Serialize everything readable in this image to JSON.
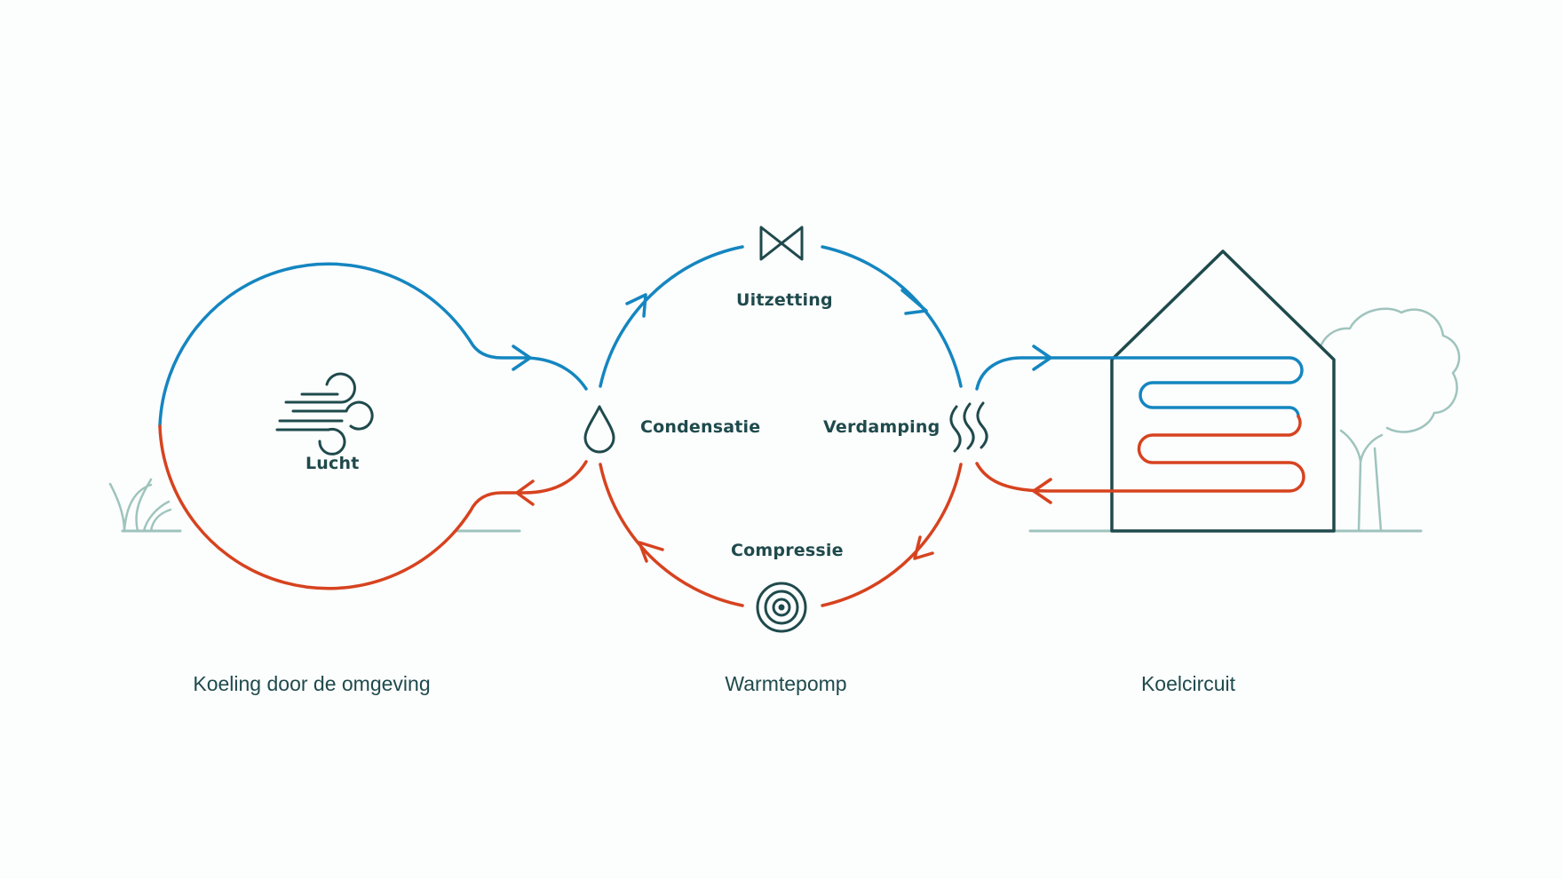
{
  "colors": {
    "cold": "#1486c0",
    "warm": "#d6431f",
    "dark": "#1f4a4c",
    "light": "#9ec4bd",
    "background": "#fcfdfd"
  },
  "icons": {
    "air": "wind-icon",
    "condensation": "droplet-icon",
    "evaporation": "heat-waves-icon",
    "expansion": "expansion-valve-icon",
    "compression": "compressor-icon"
  },
  "labels": {
    "air": "Lucht",
    "condensation": "Condensatie",
    "evaporation": "Verdamping",
    "expansion": "Uitzetting",
    "compression": "Compressie"
  },
  "sections": {
    "environment": "Koeling door de omgeving",
    "heat_pump": "Warmtepomp",
    "cooling_circuit": "Koelcircuit"
  }
}
